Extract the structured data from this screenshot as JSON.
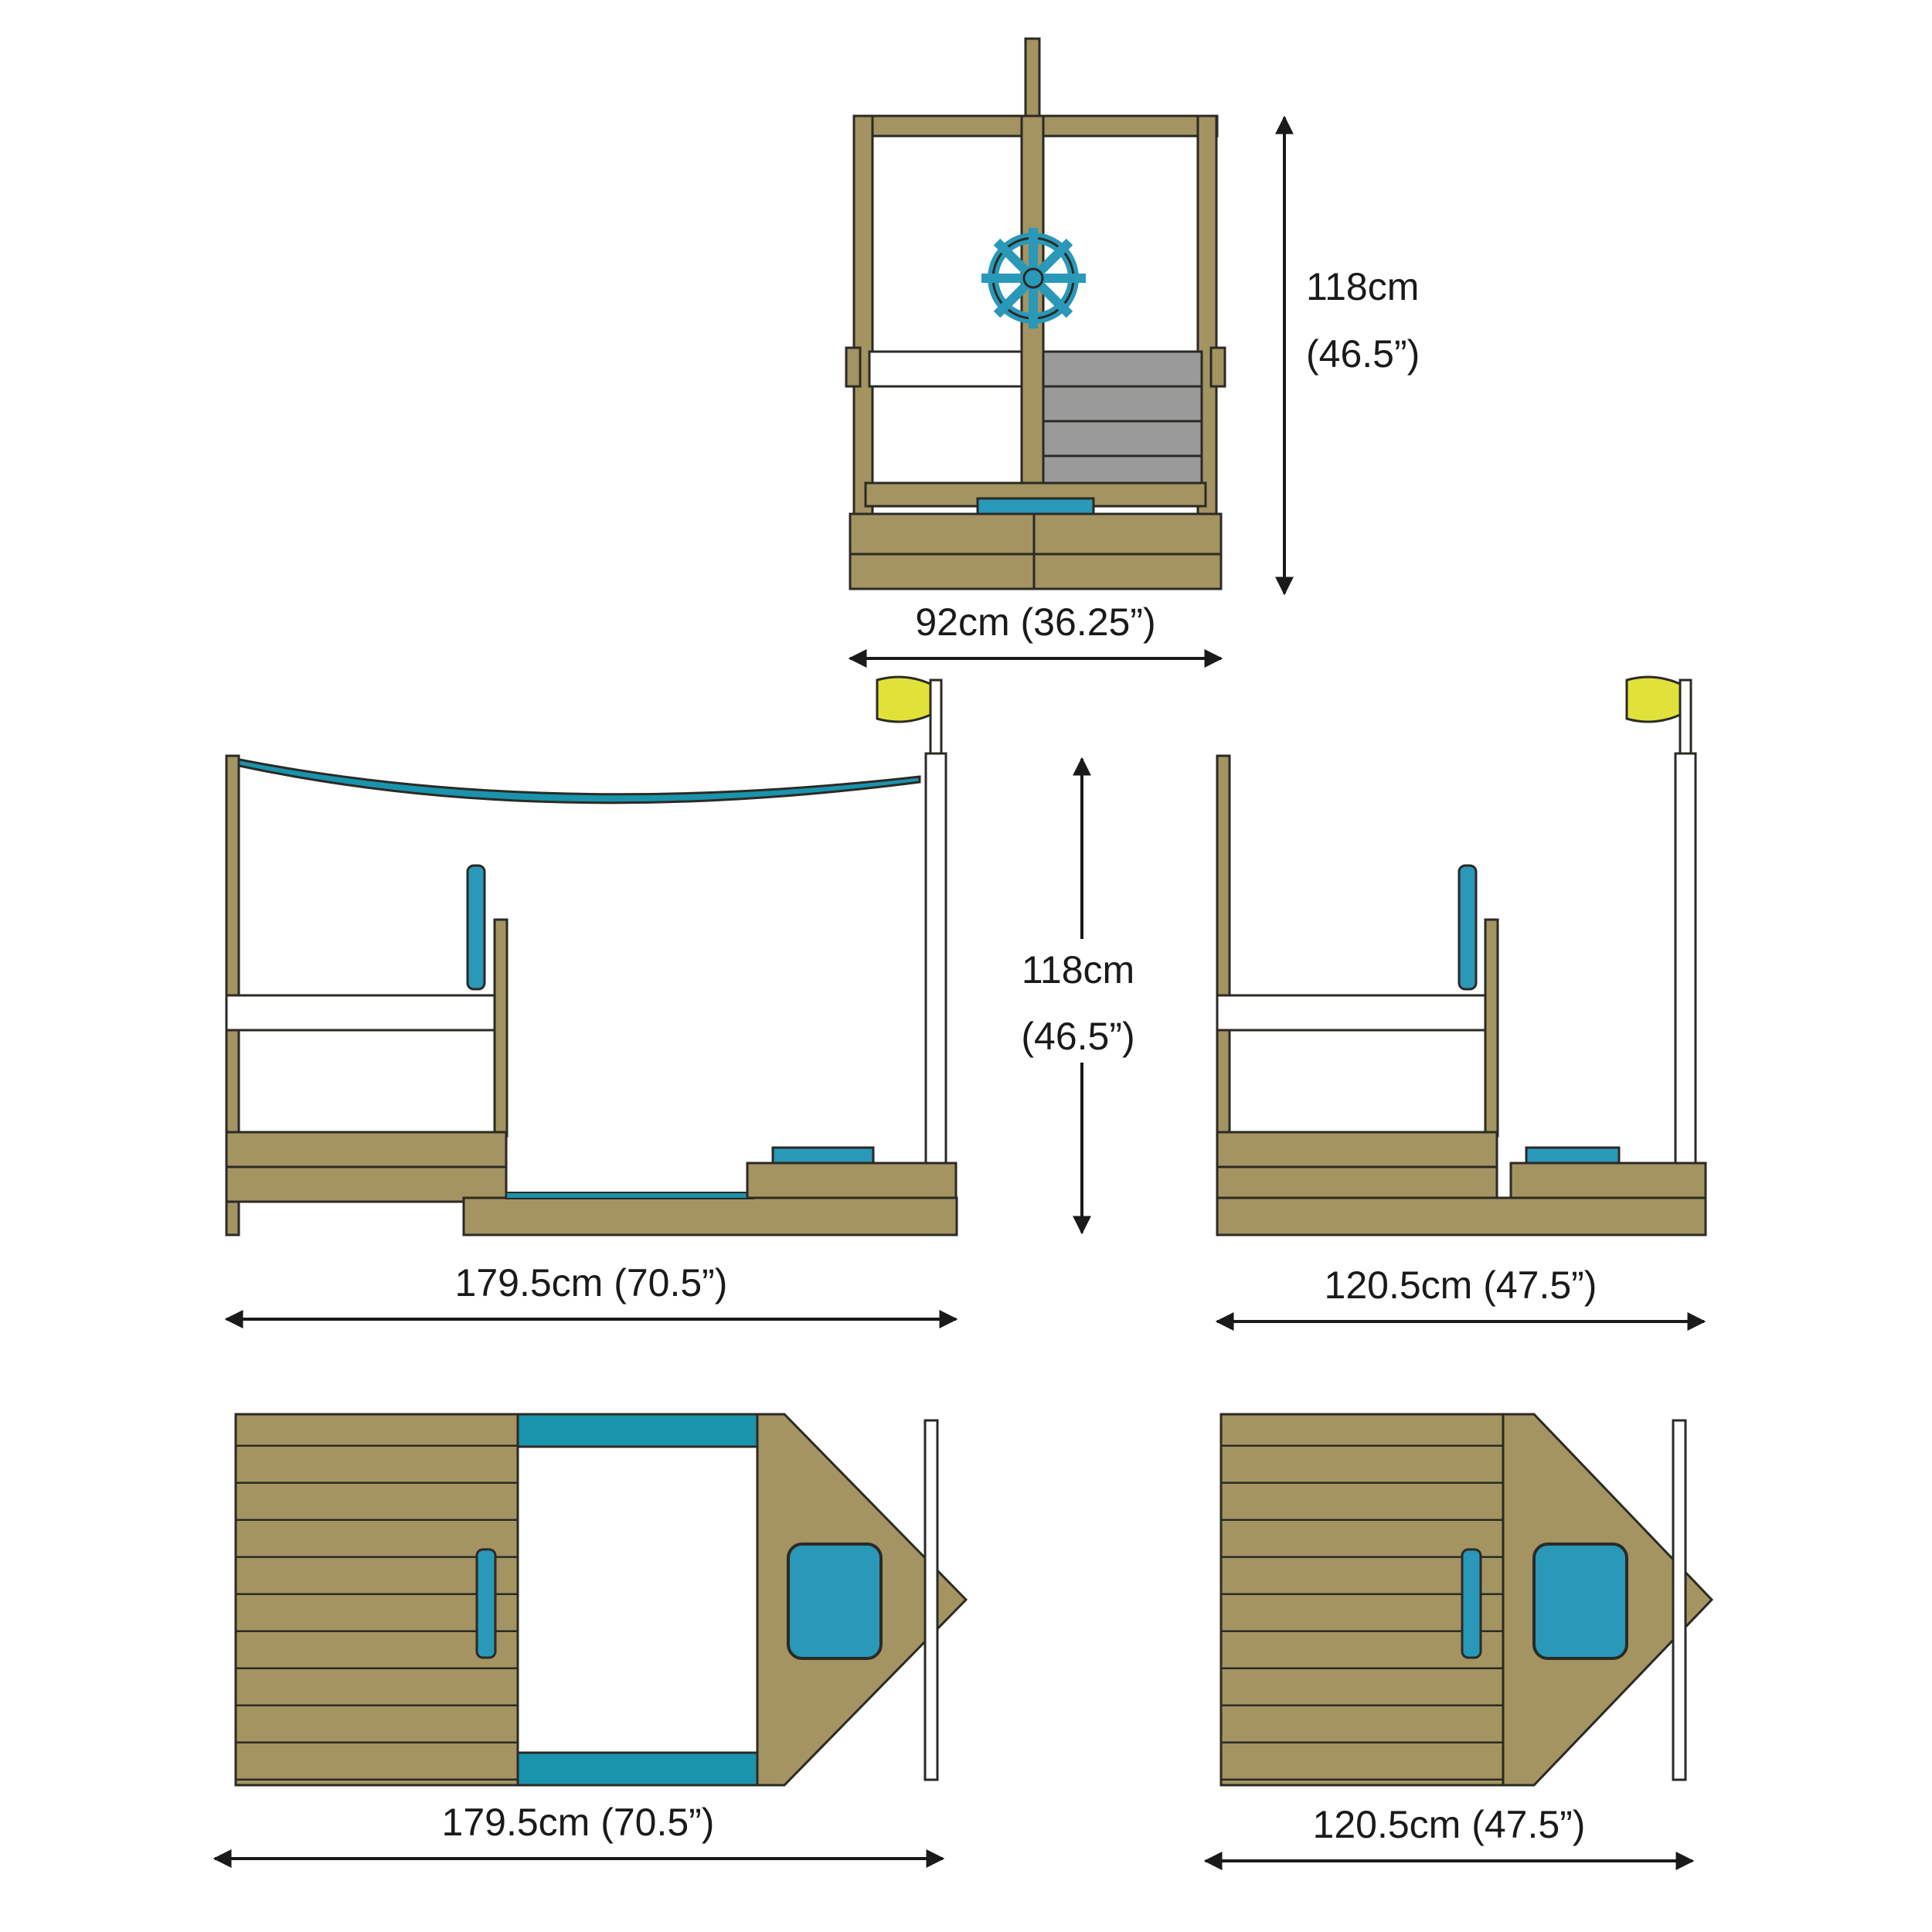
{
  "colors": {
    "wood": "#a39462",
    "wood_dark": "#8e7f50",
    "outline": "#2b2a24",
    "canopy": "#1a93ac",
    "teal": "#2a98b8",
    "grey_panel": "#9a9a9a",
    "flag": "#e0e23a",
    "white": "#ffffff"
  },
  "views": {
    "front": {
      "height_cm": "118cm",
      "height_in": "(46.5”)",
      "width": "92cm (36.25”)"
    },
    "side_long": {
      "height_cm": "118cm",
      "height_in": "(46.5”)",
      "width": "179.5cm (70.5”)"
    },
    "side_short": {
      "width": "120.5cm (47.5”)"
    },
    "top_long": {
      "width": "179.5cm (70.5”)"
    },
    "top_short": {
      "width": "120.5cm (47.5”)"
    }
  }
}
